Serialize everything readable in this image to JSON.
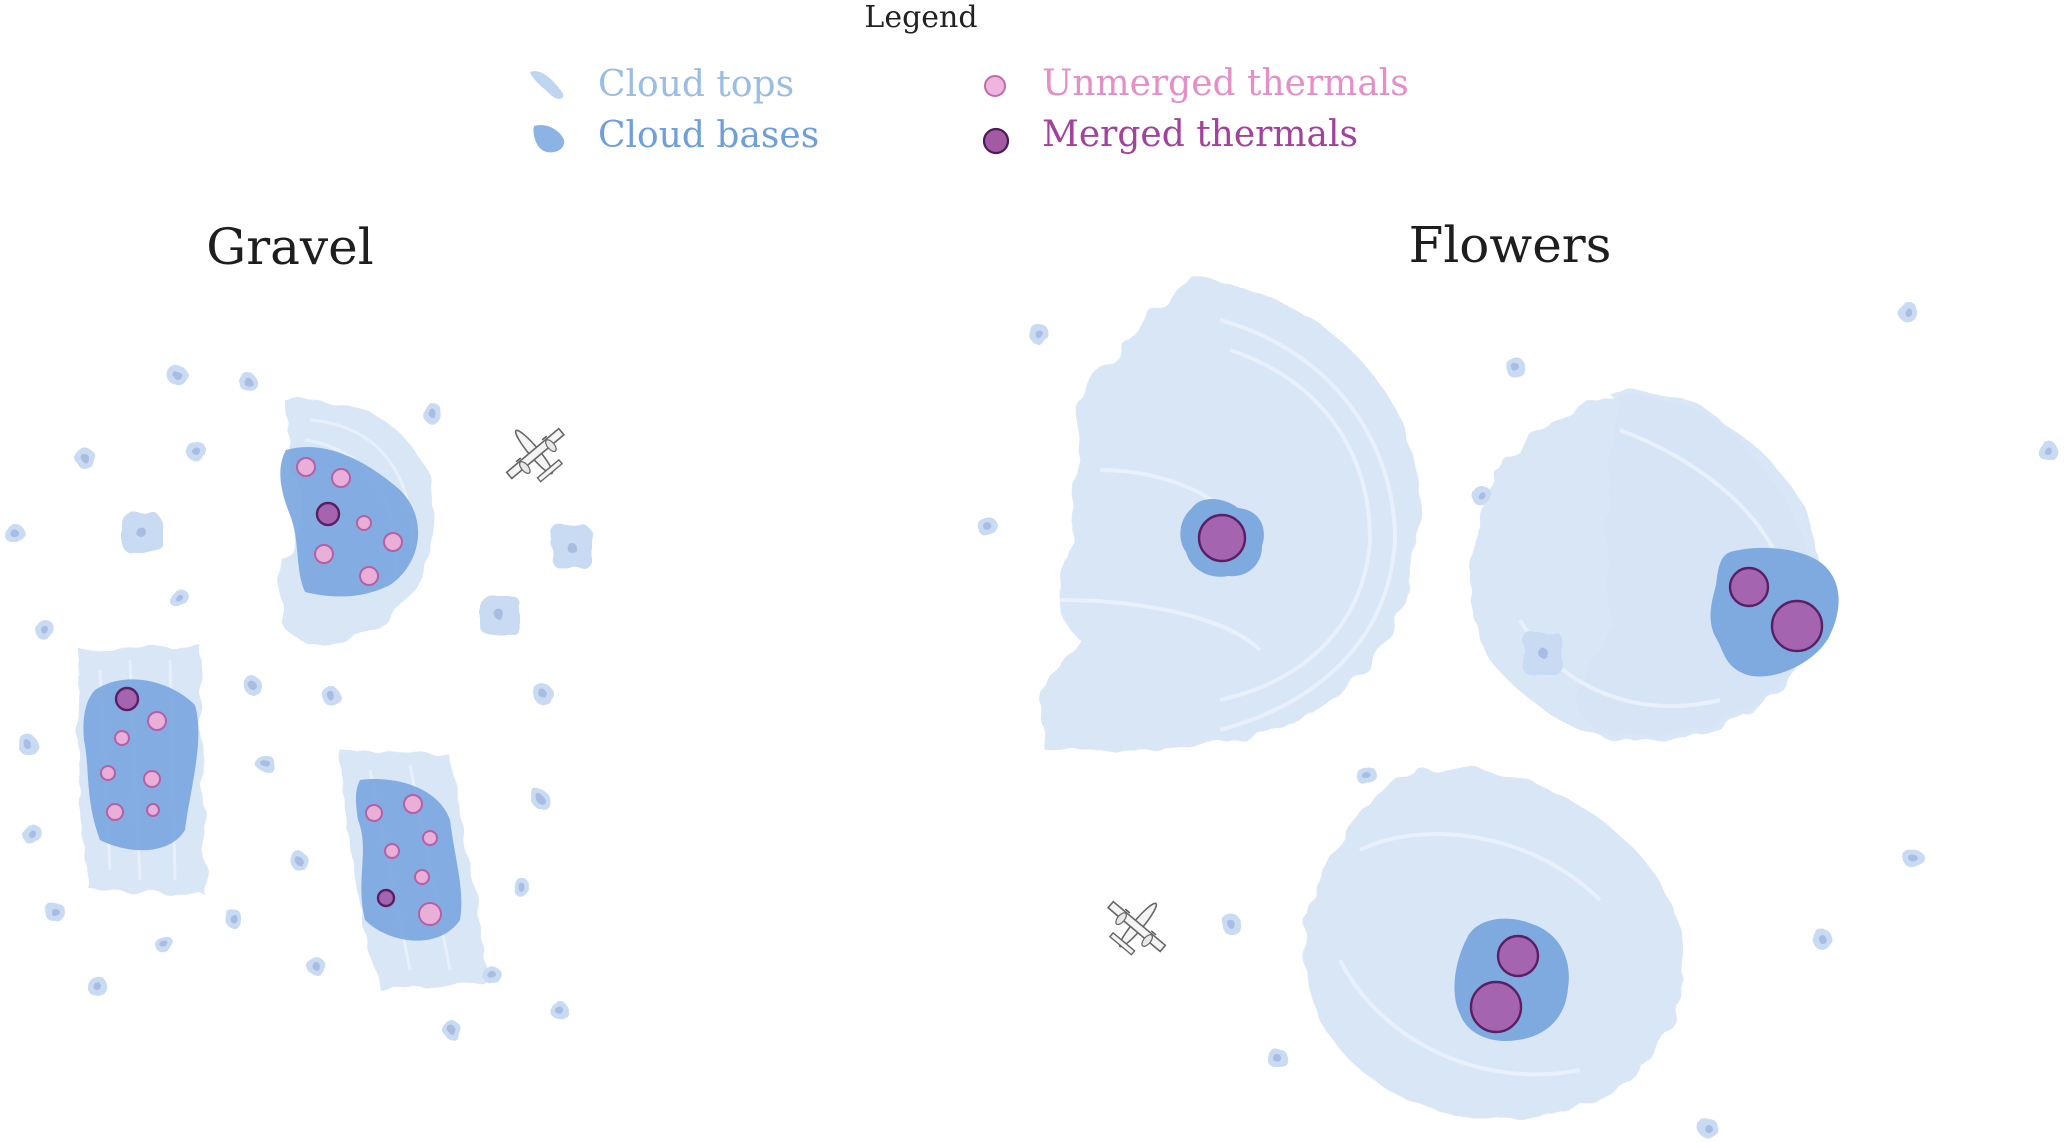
{
  "legend": {
    "title": "Legend",
    "items": [
      {
        "key": "cloud_tops",
        "label": "Cloud tops",
        "color": "#9bbce3",
        "icon": "cloud-top-stroke"
      },
      {
        "key": "cloud_bases",
        "label": "Cloud bases",
        "color": "#6e9fd9",
        "icon": "cloud-base-blob"
      },
      {
        "key": "unmerged",
        "label": "Unmerged thermals",
        "color": "#e58ec8",
        "icon": "small-pink-circle"
      },
      {
        "key": "merged",
        "label": "Merged thermals",
        "color": "#9c3f92",
        "icon": "purple-circle"
      }
    ]
  },
  "panels": [
    {
      "key": "gravel",
      "title": "Gravel"
    },
    {
      "key": "flowers",
      "title": "Flowers"
    }
  ],
  "colors": {
    "cloud_top_fill": "#d2e2f5",
    "cloud_top_stroke": "#c0d6f0",
    "cloud_base_fill": "#7aa7dd",
    "unmerged_fill": "#e7a8d6",
    "unmerged_stroke": "#b45aa4",
    "merged_fill": "#a464b0",
    "merged_stroke": "#5a1f62",
    "speck_fill": "#c7d9f1",
    "speck_core": "#aebfe0"
  },
  "icons": {
    "aircraft": "airplane-icon"
  }
}
